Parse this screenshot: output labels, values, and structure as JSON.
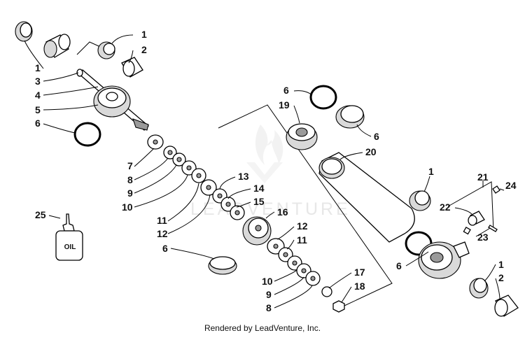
{
  "watermark": "LEADVENTURE",
  "credit": "Rendered by LeadVenture, Inc.",
  "oil_label": "OIL",
  "callouts": [
    "1",
    "2",
    "1",
    "3",
    "4",
    "5",
    "6",
    "7",
    "8",
    "9",
    "10",
    "11",
    "12",
    "13",
    "14",
    "15",
    "16",
    "6",
    "12",
    "11",
    "10",
    "9",
    "8",
    "17",
    "18",
    "6",
    "19",
    "6",
    "20",
    "1",
    "21",
    "24",
    "22",
    "23",
    "6",
    "1",
    "2",
    "25"
  ]
}
